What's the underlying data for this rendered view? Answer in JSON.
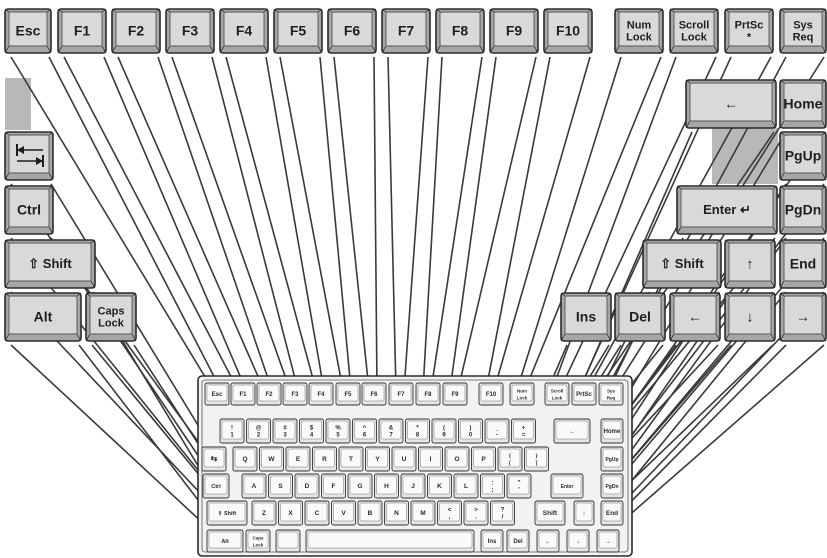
{
  "big_keys": {
    "esc": {
      "label": "Esc"
    },
    "f1": {
      "label": "F1"
    },
    "f2": {
      "label": "F2"
    },
    "f3": {
      "label": "F3"
    },
    "f4": {
      "label": "F4"
    },
    "f5": {
      "label": "F5"
    },
    "f6": {
      "label": "F6"
    },
    "f7": {
      "label": "F7"
    },
    "f8": {
      "label": "F8"
    },
    "f9": {
      "label": "F9"
    },
    "f10": {
      "label": "F10"
    },
    "numlock": {
      "label": "Num\nLock"
    },
    "scrolllock": {
      "label": "Scroll\nLock"
    },
    "prtsc": {
      "label": "PrtSc\n*"
    },
    "sysreq": {
      "label": "Sys\nReq"
    },
    "backspace": {
      "label": "←"
    },
    "home": {
      "label": "Home"
    },
    "tab": {
      "label": "tab-arrows"
    },
    "pgup": {
      "label": "PgUp"
    },
    "ctrl": {
      "label": "Ctrl"
    },
    "enter": {
      "label": "Enter ↵"
    },
    "pgdn": {
      "label": "PgDn"
    },
    "lshift": {
      "label": "⇧ Shift"
    },
    "rshift": {
      "label": "⇧ Shift"
    },
    "up": {
      "label": "↑"
    },
    "end": {
      "label": "End"
    },
    "alt": {
      "label": "Alt"
    },
    "capslock": {
      "label": "Caps\nLock"
    },
    "ins": {
      "label": "Ins"
    },
    "del": {
      "label": "Del"
    },
    "left": {
      "label": "←"
    },
    "down": {
      "label": "↓"
    },
    "right": {
      "label": "→"
    }
  },
  "mini_keyboard": {
    "fn_row": [
      "Esc",
      "F1",
      "F2",
      "F3",
      "F4",
      "F5",
      "F6",
      "F7",
      "F8",
      "F9",
      "F10",
      "Num Lock",
      "Scroll Lock",
      "PrtSc",
      "Sys Req"
    ],
    "number_row": [
      {
        "top": "!",
        "bottom": "1"
      },
      {
        "top": "@",
        "bottom": "2"
      },
      {
        "top": "#",
        "bottom": "3"
      },
      {
        "top": "$",
        "bottom": "4"
      },
      {
        "top": "%",
        "bottom": "5"
      },
      {
        "top": "^",
        "bottom": "6"
      },
      {
        "top": "&",
        "bottom": "7"
      },
      {
        "top": "*",
        "bottom": "8"
      },
      {
        "top": "(",
        "bottom": "9"
      },
      {
        "top": ")",
        "bottom": "0"
      },
      {
        "top": "_",
        "bottom": "-"
      },
      {
        "top": "+",
        "bottom": "="
      },
      {
        "top": "",
        "bottom": "←"
      },
      {
        "top": "",
        "bottom": "Home"
      }
    ],
    "qwerty_row": [
      "Q",
      "W",
      "E",
      "R",
      "T",
      "Y",
      "U",
      "I",
      "O",
      "P",
      "{ [",
      "} ]",
      "PgUp"
    ],
    "home_row": [
      "A",
      "S",
      "D",
      "F",
      "G",
      "H",
      "J",
      "K",
      "L",
      ": ;",
      "\" '",
      "Enter",
      "PgDn"
    ],
    "bottom_letter_row": [
      "Z",
      "X",
      "C",
      "V",
      "B",
      "N",
      "M",
      "< ,",
      "> .",
      "? /",
      "Shift",
      "↑",
      "End"
    ],
    "modifier_labels": {
      "ctrl": "Ctrl",
      "shift": "Shift",
      "alt": "Alt",
      "caps": "Caps Lock"
    },
    "space_row_right": [
      "Ins",
      "Del",
      "←",
      "↓",
      "→"
    ]
  },
  "colors": {
    "key_top": "#d9d9d9",
    "key_side": "#a6a6a6",
    "key_border": "#2b2b2b",
    "line": "#3a3a3a",
    "shade": "#b8b8b8"
  }
}
